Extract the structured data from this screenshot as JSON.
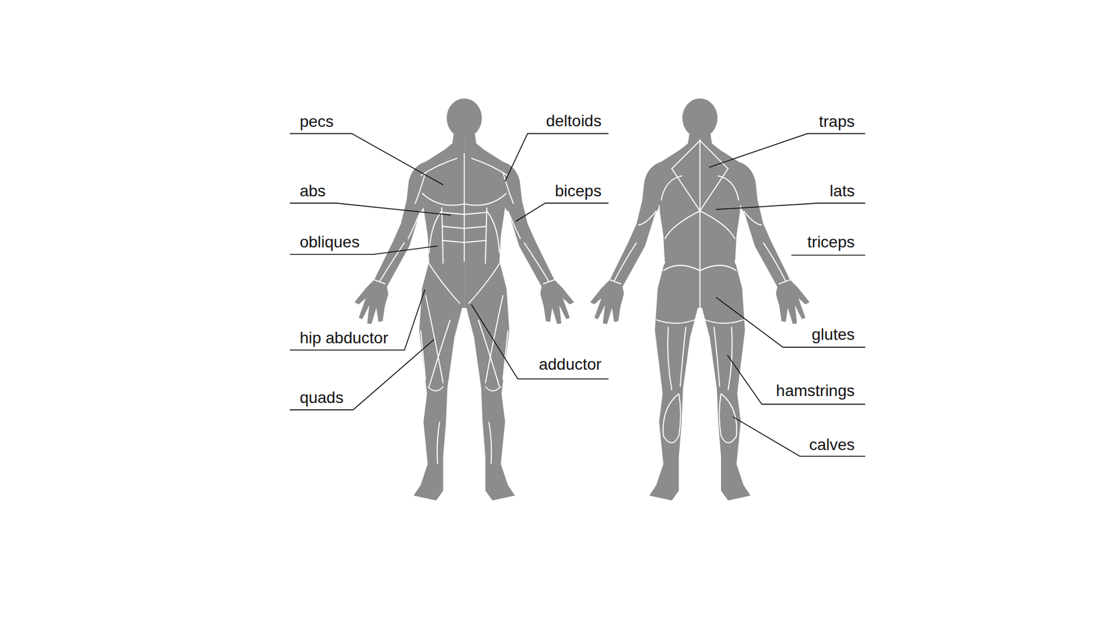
{
  "diagram": {
    "labels": [
      "pecs",
      "deltoids",
      "abs",
      "biceps",
      "obliques",
      "hip abductor",
      "adductor",
      "quads",
      "traps",
      "lats",
      "triceps",
      "glutes",
      "hamstrings",
      "calves"
    ]
  }
}
